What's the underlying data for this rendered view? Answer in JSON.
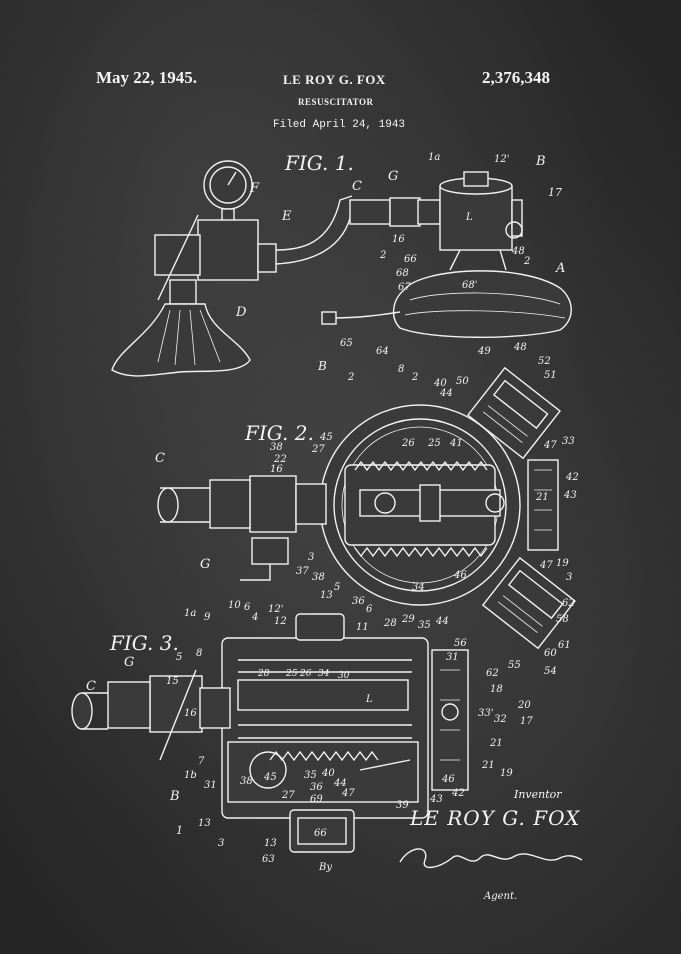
{
  "header": {
    "date": "May 22, 1945.",
    "inventor": "LE ROY G. FOX",
    "patent_number": "2,376,348",
    "title": "RESUSCITATOR",
    "filed": "Filed April 24, 1943"
  },
  "figures": {
    "fig1": "FIG. 1.",
    "fig2": "FIG. 2.",
    "fig3": "FIG. 3."
  },
  "signature": {
    "inventor_label": "Inventor",
    "inventor_name": "LE ROY G. FOX",
    "by": "By",
    "agent_label": "Agent."
  },
  "labels": {
    "fig1": [
      "F",
      "E",
      "G",
      "C",
      "1a",
      "12'",
      "B",
      "17",
      "L",
      "16",
      "2",
      "48",
      "2",
      "66",
      "68",
      "67",
      "68'",
      "A",
      "D",
      "65",
      "64"
    ],
    "fig2": [
      "B",
      "2",
      "8",
      "2",
      "40",
      "50",
      "49",
      "48",
      "52",
      "51",
      "44",
      "45",
      "38",
      "22",
      "16",
      "27",
      "26",
      "25",
      "41",
      "47",
      "33",
      "42",
      "43",
      "21",
      "19",
      "C",
      "G",
      "3",
      "37",
      "38",
      "13",
      "5",
      "36",
      "6",
      "28",
      "29",
      "35",
      "34",
      "44",
      "46",
      "47",
      "3",
      "62",
      "58",
      "56",
      "55",
      "60",
      "61",
      "62",
      "54"
    ],
    "fig3": [
      "1a",
      "9",
      "10",
      "6",
      "4",
      "12'",
      "12",
      "11",
      "5",
      "8",
      "C",
      "G",
      "15",
      "16",
      "28",
      "25",
      "26",
      "34",
      "30",
      "31",
      "18",
      "20",
      "33'",
      "32",
      "17",
      "21",
      "21",
      "19",
      "7",
      "1b",
      "B",
      "31",
      "38",
      "45",
      "35",
      "40",
      "44",
      "36",
      "47",
      "46",
      "27",
      "69",
      "42",
      "43",
      "39",
      "1",
      "13",
      "3",
      "13",
      "66",
      "63",
      "L"
    ]
  }
}
